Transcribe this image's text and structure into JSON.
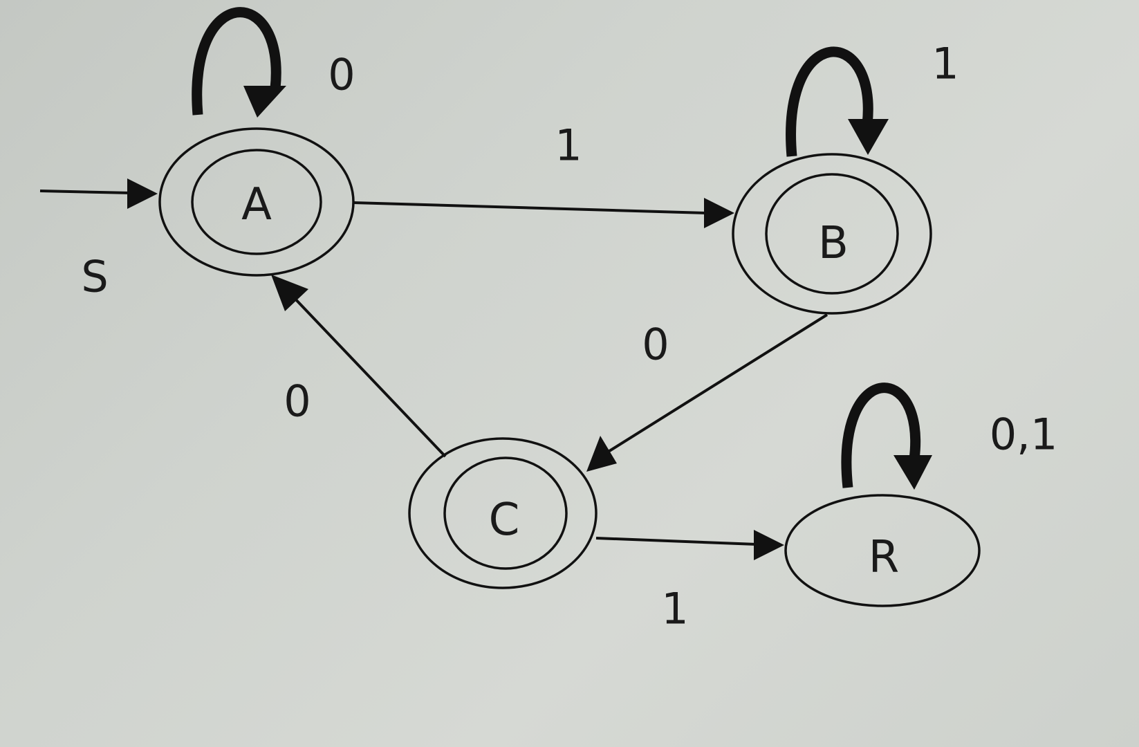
{
  "states": {
    "A": {
      "label": "A"
    },
    "B": {
      "label": "B"
    },
    "C": {
      "label": "C"
    },
    "R": {
      "label": "R"
    }
  },
  "start_label": "S",
  "transitions": {
    "a_self": "0",
    "a_to_b": "1",
    "b_self": "1",
    "b_to_c": "0",
    "c_to_a": "0",
    "c_to_r": "1",
    "r_self": "0,1"
  },
  "colors": {
    "ink": "#111111",
    "background": "#d0d4cf"
  }
}
